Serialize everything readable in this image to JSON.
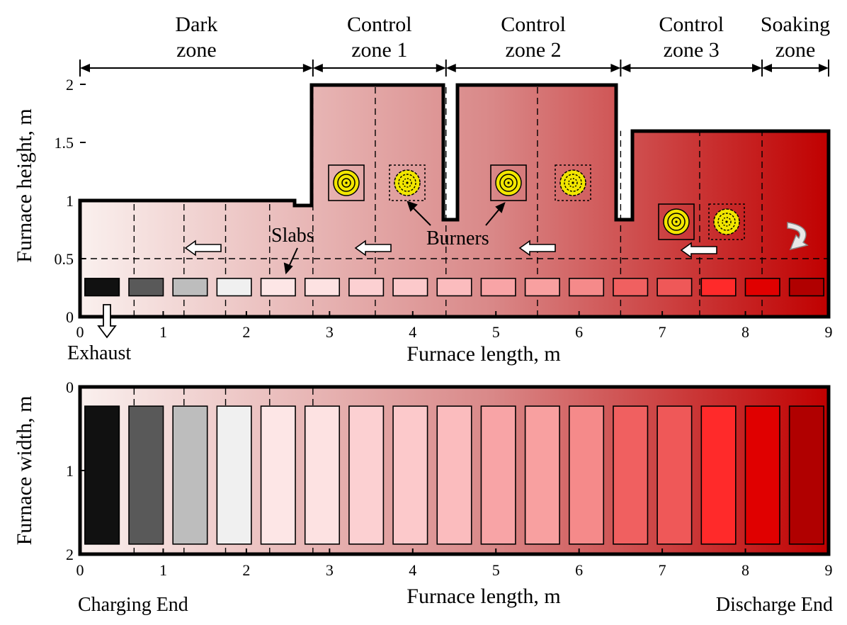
{
  "zones": [
    {
      "line1": "Dark",
      "line2": "zone",
      "start_m": 0,
      "end_m": 2.8
    },
    {
      "line1": "Control",
      "line2": "zone 1",
      "start_m": 2.8,
      "end_m": 4.4
    },
    {
      "line1": "Control",
      "line2": "zone 2",
      "start_m": 4.4,
      "end_m": 6.5
    },
    {
      "line1": "Control",
      "line2": "zone 3",
      "start_m": 6.5,
      "end_m": 8.2
    },
    {
      "line1": "Soaking",
      "line2": "zone",
      "start_m": 8.2,
      "end_m": 9
    }
  ],
  "side_view": {
    "x_axis_label": "Furnace length, m",
    "y_axis_label": "Furnace height, m",
    "x_ticks": [
      "0",
      "1",
      "2",
      "3",
      "4",
      "5",
      "6",
      "7",
      "8",
      "9"
    ],
    "y_ticks": [
      "0",
      "0.5",
      "1",
      "1.5",
      "2"
    ],
    "label_slabs": "Slabs",
    "label_burners": "Burners",
    "label_exhaust": "Exhaust"
  },
  "top_view": {
    "x_axis_label": "Furnace length, m",
    "y_axis_label": "Furnace width, m",
    "x_ticks": [
      "0",
      "1",
      "2",
      "3",
      "4",
      "5",
      "6",
      "7",
      "8",
      "9"
    ],
    "y_ticks": [
      "0",
      "1",
      "2"
    ],
    "label_charging": "Charging End",
    "label_discharge": "Discharge End"
  },
  "colors": {
    "gradient_start": "#faf0ee",
    "gradient_mid": "#d98888",
    "gradient_end": "#c00000",
    "burner_yellow": "#f2e600"
  },
  "slab_colors": [
    "#111111",
    "#595959",
    "#bdbdbd",
    "#f0f0f0",
    "#fde6e6",
    "#fde2e2",
    "#fcd0d2",
    "#fcc9cb",
    "#fbbcbe",
    "#f8a4a6",
    "#f8a0a0",
    "#f58a8a",
    "#f06060",
    "#ef5858",
    "#ff2a2a",
    "#e00000",
    "#b00000"
  ]
}
